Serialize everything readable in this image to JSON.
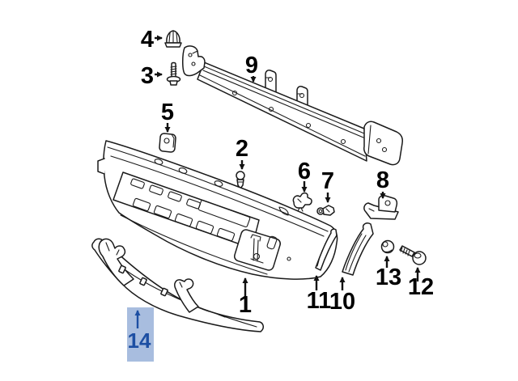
{
  "diagram": {
    "type": "exploded-parts-diagram",
    "background_color": "#ffffff",
    "line_color": "#1a1a1a",
    "callout_color": "#000000",
    "selected": {
      "part_label": "14",
      "box_color": "#adc3e6",
      "text_color": "#1d4fa3"
    },
    "callouts": [
      {
        "label": "1"
      },
      {
        "label": "2"
      },
      {
        "label": "3"
      },
      {
        "label": "4"
      },
      {
        "label": "5"
      },
      {
        "label": "6"
      },
      {
        "label": "7"
      },
      {
        "label": "8"
      },
      {
        "label": "9"
      },
      {
        "label": "10"
      },
      {
        "label": "11"
      },
      {
        "label": "12"
      },
      {
        "label": "13"
      },
      {
        "label": "14"
      }
    ]
  }
}
